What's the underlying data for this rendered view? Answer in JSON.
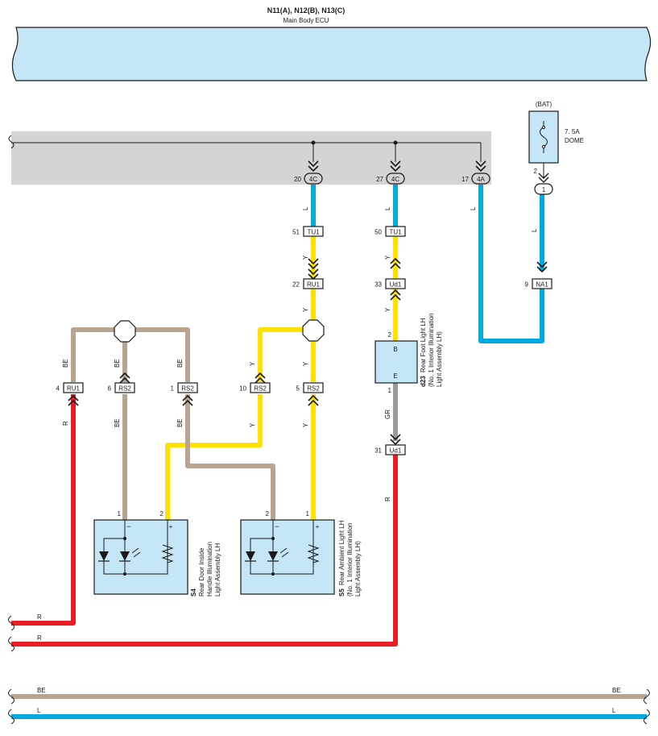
{
  "ecu": {
    "title": "N11(A), N12(B), N13(C)",
    "subtitle": "Main Body ECU"
  },
  "fuse": {
    "source": "(BAT)",
    "rating": "7. 5A",
    "name": "DOME",
    "pin": "2",
    "junction": "1"
  },
  "wire_colors": {
    "L": "#00a9e0",
    "Y": "#ffe100",
    "BE": "#b8a48f",
    "R": "#ec1c24",
    "GR": "#9b9b9b"
  },
  "ecu_pins": [
    {
      "num": "20",
      "conn": "4C"
    },
    {
      "num": "27",
      "conn": "4C"
    },
    {
      "num": "17",
      "conn": "4A"
    }
  ],
  "connectors": [
    {
      "num": "51",
      "name": "TU1"
    },
    {
      "num": "22",
      "name": "RU1"
    },
    {
      "num": "50",
      "name": "TU1"
    },
    {
      "num": "33",
      "name": "Ud1"
    },
    {
      "num": "9",
      "name": "NA1"
    },
    {
      "num": "4",
      "name": "RU1"
    },
    {
      "num": "6",
      "name": "RS2"
    },
    {
      "num": "1",
      "name": "RS2"
    },
    {
      "num": "10",
      "name": "RS2"
    },
    {
      "num": "5",
      "name": "RS2"
    },
    {
      "num": "31",
      "name": "Ud1"
    }
  ],
  "wire_labels": {
    "l1": "L",
    "l2": "L",
    "l3": "L",
    "l4": "L",
    "y1": "Y",
    "y2": "Y",
    "y3": "Y",
    "y4": "Y",
    "y5": "Y",
    "y6": "Y",
    "y7": "Y",
    "y8": "Y",
    "be1": "BE",
    "be2": "BE",
    "be3": "BE",
    "be4": "BE",
    "r1": "R",
    "r2": "R",
    "r3": "R",
    "r4": "R",
    "gr": "GR"
  },
  "components": {
    "d23": {
      "id": "d23",
      "name": "Rear Foot Light LH",
      "desc1": "(No. 1 Interior Illumination",
      "desc2": "Light Assembly LH)",
      "pin_b": "B",
      "pin_e": "E",
      "pin_top": "2",
      "pin_bottom": "1"
    },
    "s4": {
      "id": "S4",
      "line1": "Rear Door Inside",
      "line2": "Handle Illumination",
      "line3": "Light Assembly LH",
      "pin1": "1",
      "pin2": "2",
      "minus": "−",
      "plus": "+"
    },
    "s5": {
      "id": "S5",
      "line1": "Rear Ambient Light LH",
      "line2": "(No. 1 Interior Illumination",
      "line3": "Light Assembly LH)",
      "pin1": "2",
      "pin2": "1",
      "minus": "−",
      "plus": "+"
    }
  },
  "bottom_bus": {
    "be_left": "BE",
    "be_right": "BE",
    "l_left": "L",
    "l_right": "L"
  }
}
